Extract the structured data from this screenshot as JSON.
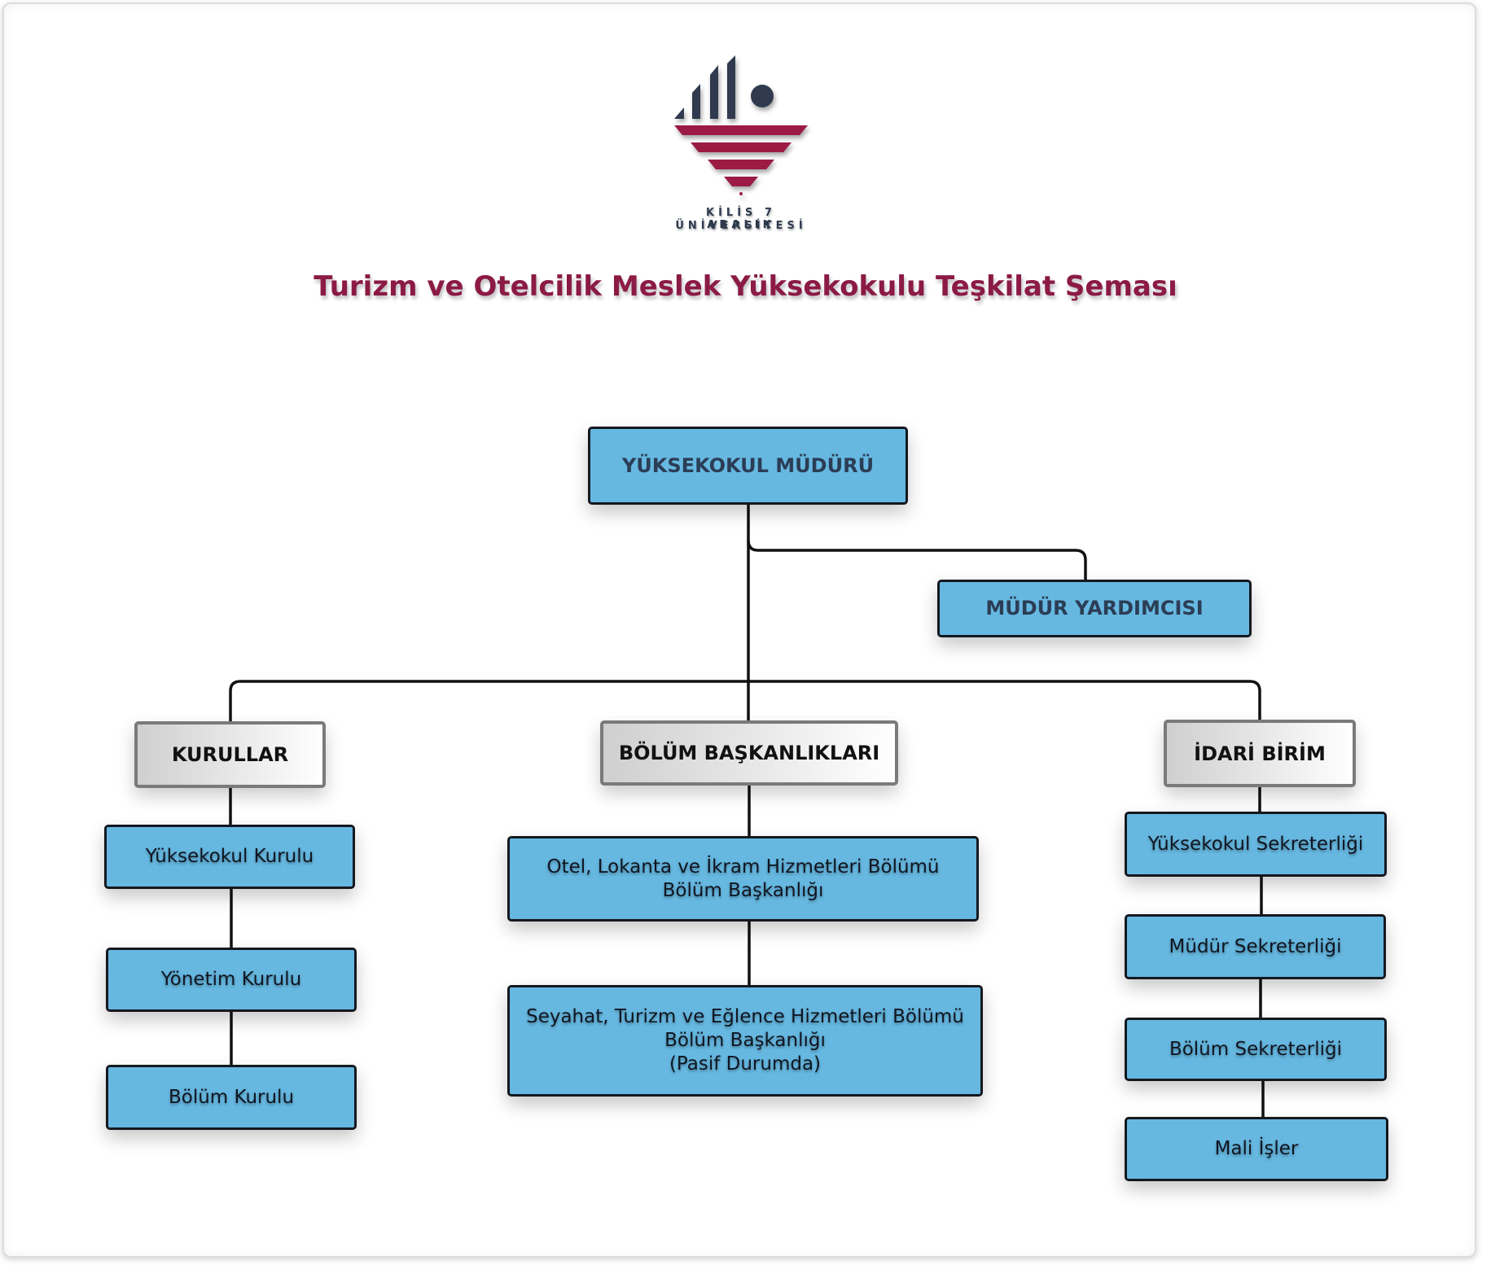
{
  "logo": {
    "line1": "KİLİS 7 ARALIK",
    "line2": "ÜNİVERSİTESİ",
    "colors": {
      "bars": "#2f3a4e",
      "stripes": "#9b1b45"
    }
  },
  "title": "Turizm ve Otelcilik Meslek Yüksekokulu Teşkilat Şeması",
  "colors": {
    "title": "#8b1a44",
    "unit_box": "#66b8e1",
    "group_box_gradient": [
      "#cfcfcf",
      "#ffffff"
    ],
    "connector": "#111111"
  },
  "chart": {
    "root": {
      "label": "YÜKSEKOKUL MÜDÜRÜ"
    },
    "deputy": {
      "label": "MÜDÜR YARDIMCISI"
    },
    "groups": [
      {
        "label": "KURULLAR",
        "children": [
          "Yüksekokul Kurulu",
          "Yönetim Kurulu",
          "Bölüm Kurulu"
        ]
      },
      {
        "label": "BÖLÜM BAŞKANLIKLARI",
        "children": [
          [
            "Otel, Lokanta ve İkram Hizmetleri Bölümü",
            "Bölüm Başkanlığı"
          ],
          [
            "Seyahat, Turizm ve Eğlence Hizmetleri Bölümü",
            "Bölüm Başkanlığı",
            "(Pasif Durumda)"
          ]
        ]
      },
      {
        "label": "İDARİ BİRİM",
        "children": [
          "Yüksekokul Sekreterliği",
          "Müdür Sekreterliği",
          "Bölüm Sekreterliği",
          "Mali İşler"
        ]
      }
    ]
  }
}
